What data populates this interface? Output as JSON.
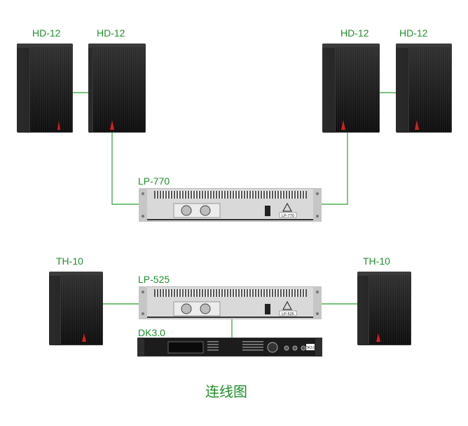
{
  "speakers_top": {
    "left_outer": "HD-12",
    "left_inner": "HD-12",
    "right_inner": "HD-12",
    "right_outer": "HD-12"
  },
  "amp_top": {
    "label": "LP-770",
    "badge": "LP-770"
  },
  "speakers_bottom": {
    "left": "TH-10",
    "right": "TH-10"
  },
  "amp_bottom": {
    "label": "LP-525",
    "badge": "LP-525"
  },
  "processor": {
    "label": "DK3.0",
    "badge": "DK3.0"
  },
  "caption": "连线图",
  "colors": {
    "wire": "#4caf50",
    "label": "#1f8f2a",
    "cabinet": "#1a1a1a",
    "logo_red": "#d62020",
    "rack_face": "#e4e4e4",
    "processor_face": "#1c1c1c"
  },
  "icons": {
    "speaker_logo": "red-triangle-logo",
    "amp_logo": "warning-triangle-icon"
  }
}
